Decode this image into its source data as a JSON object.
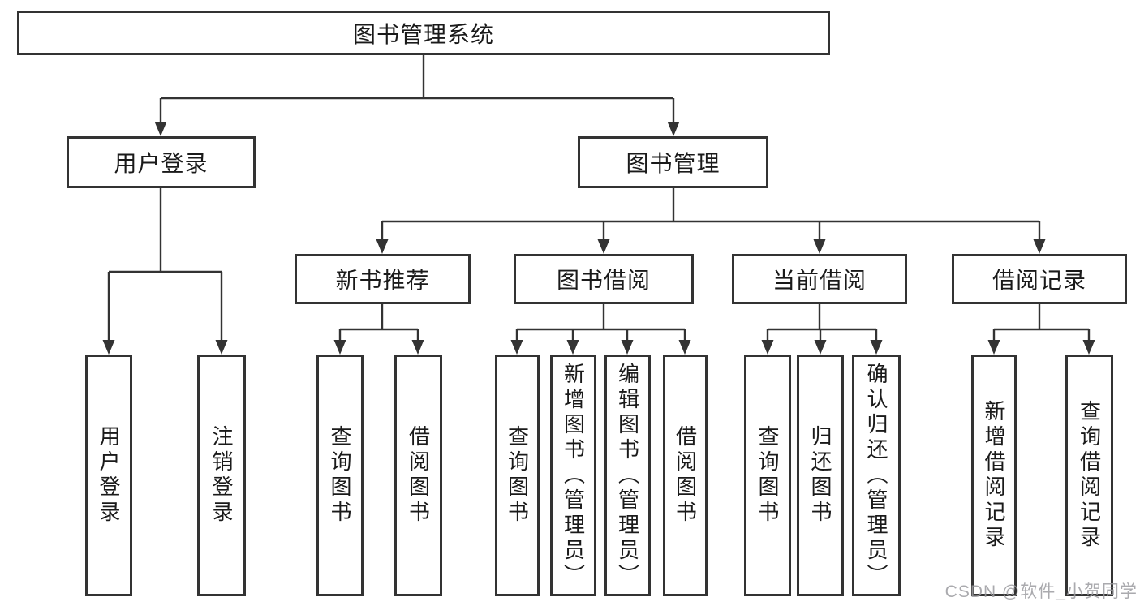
{
  "diagram": {
    "title": "图书管理系统",
    "type": "tree-structure-chart",
    "nodes": {
      "root": {
        "label": "图书管理系统"
      },
      "login": {
        "label": "用户登录"
      },
      "mgmt": {
        "label": "图书管理"
      },
      "rec": {
        "label": "新书推荐"
      },
      "borrow": {
        "label": "图书借阅"
      },
      "current": {
        "label": "当前借阅"
      },
      "history": {
        "label": "借阅记录"
      },
      "login_user": {
        "label": "用户登录"
      },
      "login_logout": {
        "label": "注销登录"
      },
      "rec_query": {
        "label": "查询图书"
      },
      "rec_borrow": {
        "label": "借阅图书"
      },
      "borrow_query": {
        "label": "查询图书"
      },
      "borrow_add": {
        "label": "新增图书（管理员）"
      },
      "borrow_edit": {
        "label": "编辑图书（管理员）"
      },
      "borrow_b": {
        "label": "借阅图书"
      },
      "cur_query": {
        "label": "查询图书"
      },
      "cur_return": {
        "label": "归还图书"
      },
      "cur_confirm": {
        "label": "确认归还（管理员）"
      },
      "his_add": {
        "label": "新增借阅记录"
      },
      "his_query": {
        "label": "查询借阅记录"
      }
    },
    "hierarchy": {
      "图书管理系统": {
        "用户登录": [
          "用户登录",
          "注销登录"
        ],
        "图书管理": {
          "新书推荐": [
            "查询图书",
            "借阅图书"
          ],
          "图书借阅": [
            "查询图书",
            "新增图书（管理员）",
            "编辑图书（管理员）",
            "借阅图书"
          ],
          "当前借阅": [
            "查询图书",
            "归还图书",
            "确认归还（管理员）"
          ],
          "借阅记录": [
            "新增借阅记录",
            "查询借阅记录"
          ]
        }
      }
    },
    "colors": {
      "line": "#333333",
      "box_border": "#333333",
      "box_fill": "#ffffff",
      "text": "#1a1a1a",
      "watermark": "#9c9ca0",
      "background": "#ffffff"
    }
  },
  "watermark": {
    "text": "CSDN @软件_小贺同学",
    "color": "#9c9ca0"
  }
}
